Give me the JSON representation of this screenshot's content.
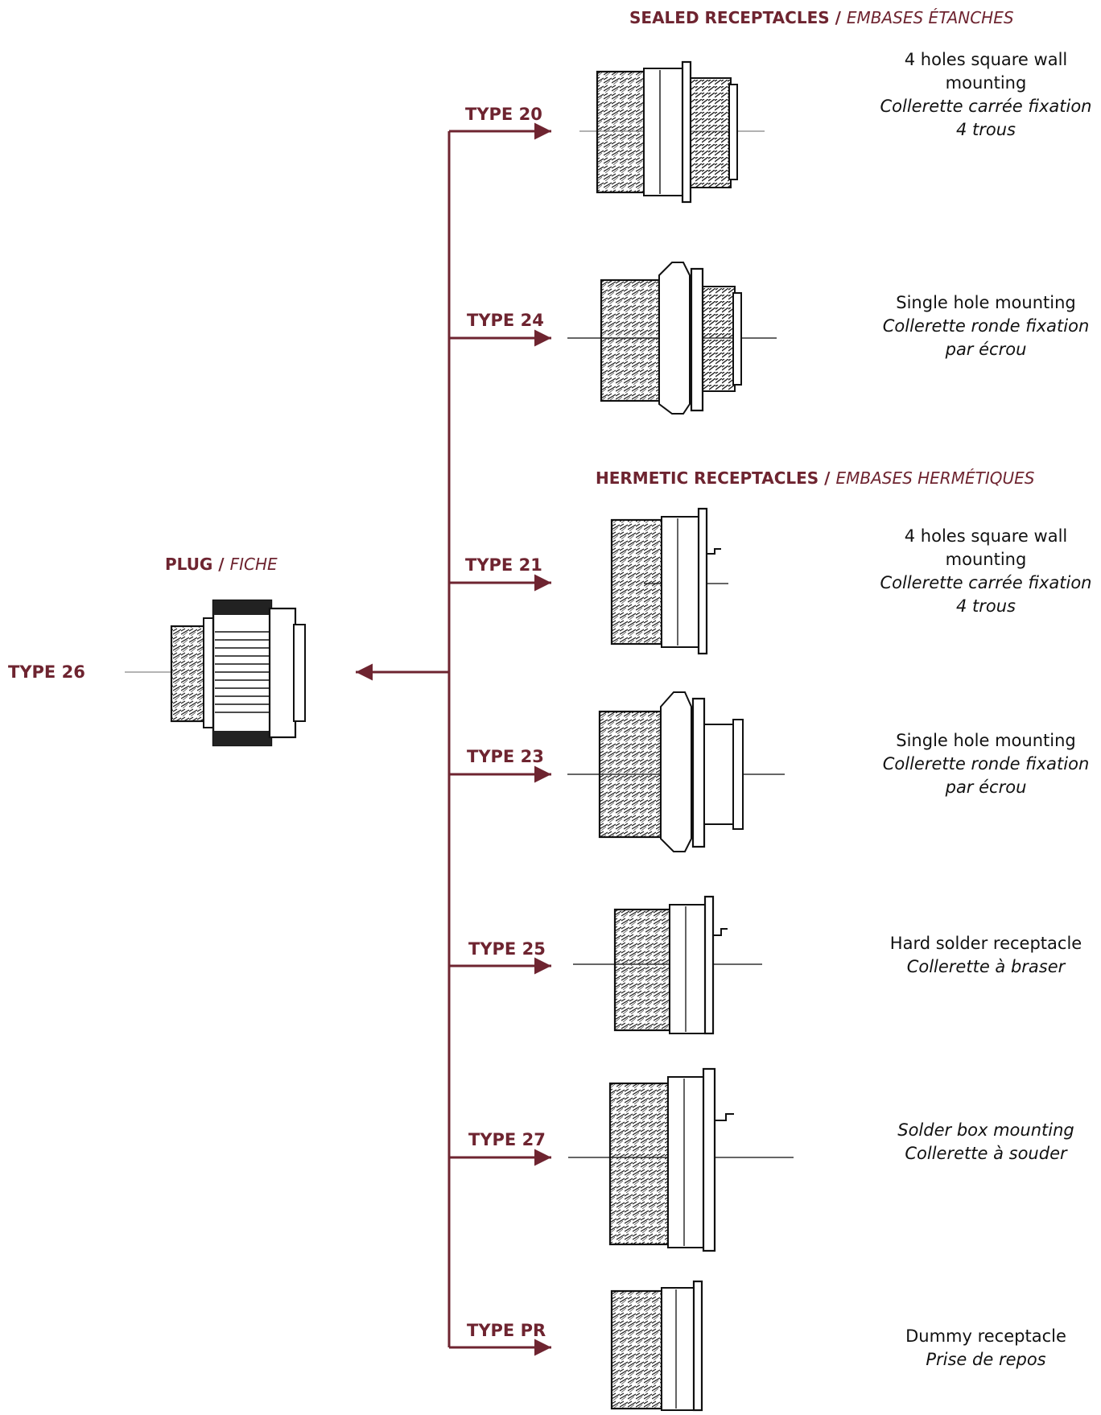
{
  "colors": {
    "accent": "#6e2430",
    "line": "#111111"
  },
  "sealed_header": {
    "en": "SEALED RECEPTACLES /",
    "fr": "EMBASES ÉTANCHES"
  },
  "hermetic_header": {
    "en": "HERMETIC RECEPTACLES /",
    "fr": "EMBASES HERMÉTIQUES"
  },
  "plug": {
    "header_en": "PLUG /",
    "header_fr": "FICHE",
    "type": "TYPE 26"
  },
  "receptacles": [
    {
      "type": "TYPE 20",
      "en": "4 holes square wall mounting",
      "fr": "Collerette carrée fixation 4 trous",
      "en_italic": false
    },
    {
      "type": "TYPE 24",
      "en": "Single hole mounting",
      "fr": "Collerette ronde fixation par écrou",
      "en_italic": false
    },
    {
      "type": "TYPE 21",
      "en": "4 holes square wall mounting",
      "fr": "Collerette carrée fixation 4 trous",
      "en_italic": false
    },
    {
      "type": "TYPE 23",
      "en": "Single hole mounting",
      "fr": "Collerette ronde fixation par écrou",
      "en_italic": false
    },
    {
      "type": "TYPE 25",
      "en": "Hard solder receptacle",
      "fr": "Collerette à braser",
      "en_italic": false
    },
    {
      "type": "TYPE 27",
      "en": "Solder box mounting",
      "fr": "Collerette à souder",
      "en_italic": true
    },
    {
      "type": "TYPE PR",
      "en": "Dummy receptacle",
      "fr": "Prise de repos",
      "en_italic": false
    }
  ]
}
